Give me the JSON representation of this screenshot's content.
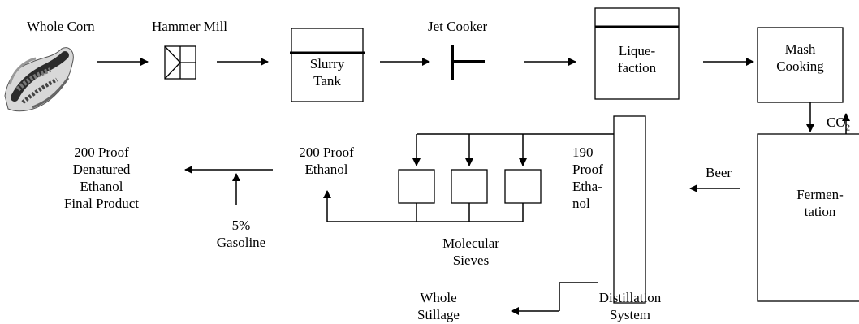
{
  "nodes": {
    "whole_corn": "Whole Corn",
    "hammer_mill": "Hammer Mill",
    "slurry_tank": [
      "Slurry",
      "Tank"
    ],
    "jet_cooker": "Jet Cooker",
    "liquefaction": [
      "Lique-",
      "faction"
    ],
    "mash_cooking": [
      "Mash",
      "Cooking"
    ],
    "co2": "CO",
    "co2_sub": "2",
    "fermentation": [
      "Fermen-",
      "tation"
    ],
    "beer": "Beer",
    "proof_190": [
      "190",
      "Proof",
      "Etha-",
      "nol"
    ],
    "distillation": [
      "Distillation",
      "System"
    ],
    "whole_stillage": [
      "Whole",
      "Stillage"
    ],
    "molecular_sieves": [
      "Molecular",
      "Sieves"
    ],
    "proof_200": [
      "200 Proof",
      "Ethanol"
    ],
    "gasoline": [
      "5%",
      "Gasoline"
    ],
    "final_product": [
      "200 Proof",
      "Denatured",
      "Ethanol",
      "Final Product"
    ]
  },
  "colors": {
    "line": "#000000",
    "corn_dark": "#2b2b2b",
    "corn_mid": "#7a7a7a",
    "corn_light": "#d8d8d8"
  }
}
